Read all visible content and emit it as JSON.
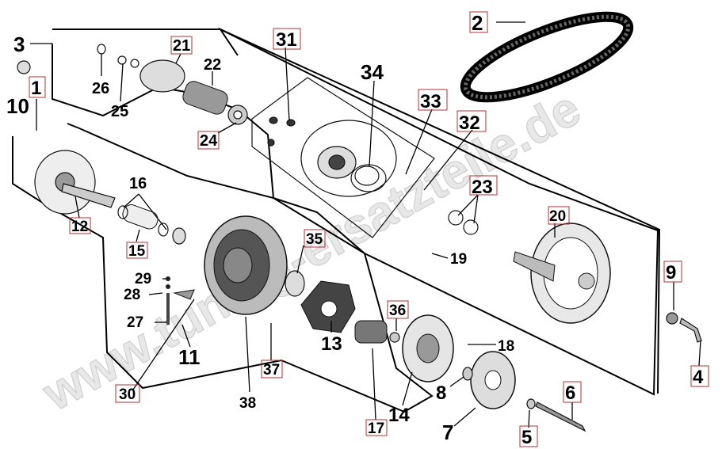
{
  "watermark": "www.tuning-ersatzteile.de",
  "callouts": [
    {
      "id": "c2",
      "text": "2"
    },
    {
      "id": "c3",
      "text": "3"
    },
    {
      "id": "c10",
      "text": "10"
    },
    {
      "id": "c1",
      "text": "1"
    },
    {
      "id": "c21",
      "text": "21"
    },
    {
      "id": "c22",
      "text": "22"
    },
    {
      "id": "c26",
      "text": "26"
    },
    {
      "id": "c25",
      "text": "25"
    },
    {
      "id": "c24",
      "text": "24"
    },
    {
      "id": "c31",
      "text": "31"
    },
    {
      "id": "c34",
      "text": "34"
    },
    {
      "id": "c33",
      "text": "33"
    },
    {
      "id": "c32",
      "text": "32"
    },
    {
      "id": "c23",
      "text": "23"
    },
    {
      "id": "c20",
      "text": "20"
    },
    {
      "id": "c16",
      "text": "16"
    },
    {
      "id": "c12",
      "text": "12"
    },
    {
      "id": "c15",
      "text": "15"
    },
    {
      "id": "c35",
      "text": "35"
    },
    {
      "id": "c19",
      "text": "19"
    },
    {
      "id": "c29",
      "text": "29"
    },
    {
      "id": "c28",
      "text": "28"
    },
    {
      "id": "c27",
      "text": "27"
    },
    {
      "id": "c11",
      "text": "11"
    },
    {
      "id": "c30",
      "text": "30"
    },
    {
      "id": "c38",
      "text": "38"
    },
    {
      "id": "c37",
      "text": "37"
    },
    {
      "id": "c13",
      "text": "13"
    },
    {
      "id": "c36",
      "text": "36"
    },
    {
      "id": "c17",
      "text": "17"
    },
    {
      "id": "c14",
      "text": "14"
    },
    {
      "id": "c18",
      "text": "18"
    },
    {
      "id": "c9",
      "text": "9"
    },
    {
      "id": "c4",
      "text": "4"
    },
    {
      "id": "c8",
      "text": "8"
    },
    {
      "id": "c7",
      "text": "7"
    },
    {
      "id": "c6",
      "text": "6"
    },
    {
      "id": "c5",
      "text": "5"
    }
  ]
}
